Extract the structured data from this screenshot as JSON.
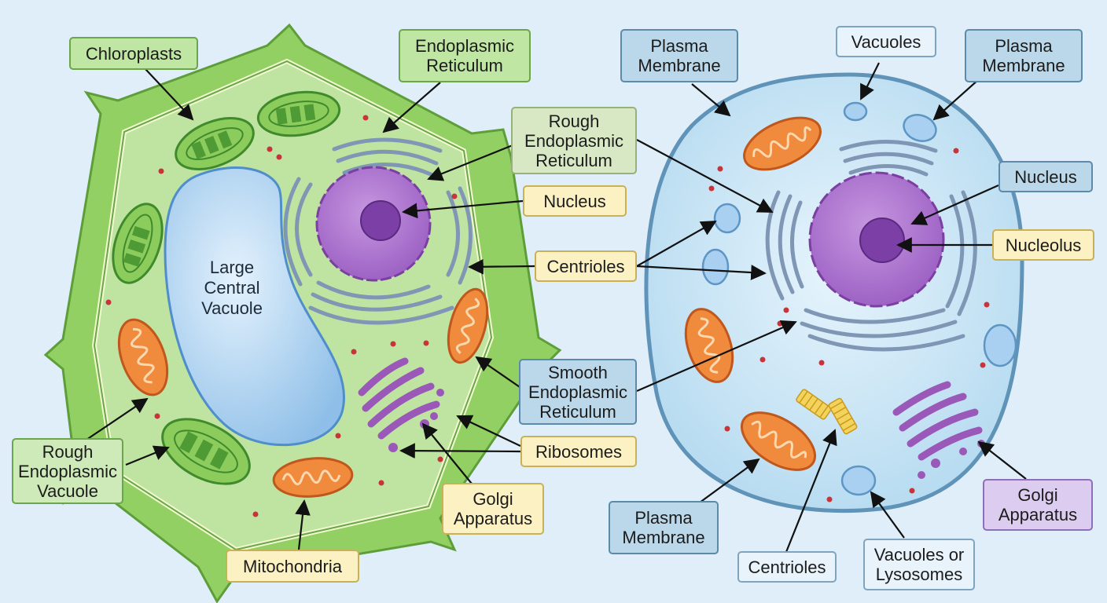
{
  "plant_cell": {
    "vacuole_text": "Large\nCentral\nVacuole"
  },
  "labels": {
    "chloroplasts": "Chloroplasts",
    "er_top": "Endoplasmic\nReticulum",
    "rough_er_center": "Rough\nEndoplasmic\nReticulum",
    "nucleus_center": "Nucleus",
    "centrioles_center": "Centrioles",
    "smooth_er": "Smooth\nEndoplasmic\nReticulum",
    "ribosomes": "Ribosomes",
    "golgi_center": "Golgi\nApparatus",
    "mitochondria": "Mitochondria",
    "rough_er_vacuole": "Rough\nEndoplasmic\nVacuole",
    "plasma_membrane_top_left": "Plasma\nMembrane",
    "vacuoles_top": "Vacuoles",
    "plasma_membrane_top_right": "Plasma\nMembrane",
    "nucleus_right": "Nucleus",
    "nucleolus": "Nucleolus",
    "golgi_right": "Golgi\nApparatus",
    "vacuoles_lysosomes": "Vacuoles or\nLysosomes",
    "centrioles_bottom": "Centrioles",
    "plasma_membrane_bottom": "Plasma\nMembrane"
  },
  "colors": {
    "background": "#dfeef8",
    "plant_wall": "#8fcf60",
    "plant_cytoplasm": "#bfe3a0",
    "animal_cytoplasm": "#c7e4f3",
    "animal_membrane": "#5f93b8",
    "nucleus": "#a86fcb",
    "nucleolus": "#7c3fa6",
    "mitochondria": "#f08a3c",
    "golgi": "#9a59b8",
    "er": "#7f97b5",
    "chloroplast": "#5aa83c",
    "vacuole": "#a9d0f0",
    "centriole": "#efc84a",
    "ribosome": "#c9343a"
  }
}
